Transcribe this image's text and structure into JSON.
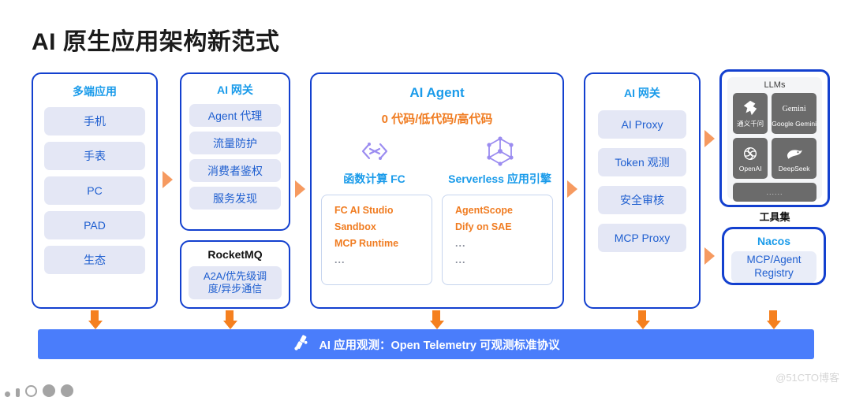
{
  "title": "AI 原生应用架构新范式",
  "columns": {
    "apps": {
      "title": "多端应用",
      "items": [
        "手机",
        "手表",
        "PC",
        "PAD",
        "生态"
      ]
    },
    "gateway_left": {
      "title": "AI 网关",
      "items": [
        "Agent 代理",
        "流量防护",
        "消费者鉴权",
        "服务发现"
      ]
    },
    "rocketmq": {
      "title": "RocketMQ",
      "item_line1": "A2A/优先级调",
      "item_line2": "度/异步通信"
    },
    "agent": {
      "title": "AI Agent",
      "subtitle": "0 代码/低代码/高代码",
      "left": {
        "icon": "function-compute-icon",
        "label": "函数计算 FC",
        "items": [
          "FC AI Studio",
          "Sandbox",
          "MCP Runtime",
          "..."
        ]
      },
      "right": {
        "icon": "serverless-cube-icon",
        "label": "Serverless 应用引擎",
        "items": [
          "AgentScope",
          "Dify on SAE",
          "...",
          "..."
        ]
      }
    },
    "gateway_right": {
      "title": "AI 网关",
      "items": [
        "AI Proxy",
        "Token 观测",
        "安全审核",
        "MCP Proxy"
      ]
    },
    "llms": {
      "header": "LLMs",
      "tiles": [
        {
          "caption": "通义千问",
          "icon": "qwen-logo-icon"
        },
        {
          "caption": "Google Gemini",
          "icon": "gemini-logo-icon"
        },
        {
          "caption": "OpenAI",
          "icon": "openai-logo-icon"
        },
        {
          "caption": "DeepSeek",
          "icon": "deepseek-logo-icon"
        }
      ],
      "more": "......",
      "footer_label": "工具集"
    },
    "nacos": {
      "title": "Nacos",
      "item_line1": "MCP/Agent",
      "item_line2": "Registry"
    }
  },
  "observability": {
    "icon": "telescope-icon",
    "text": "AI 应用观测：Open Telemetry 可观测标准协议"
  },
  "watermark": "@51CTO博客",
  "colors": {
    "panel_border": "#1340cf",
    "panel_title": "#1a9bea",
    "pill_bg": "#e4e7f5",
    "pill_text": "#1f5fd0",
    "accent_orange": "#f07c21",
    "arrow_orange": "#f5801f",
    "bar_blue": "#4a7dfb",
    "tile_gray": "#6b6b6b",
    "icon_purple": "#9b8cf0"
  }
}
